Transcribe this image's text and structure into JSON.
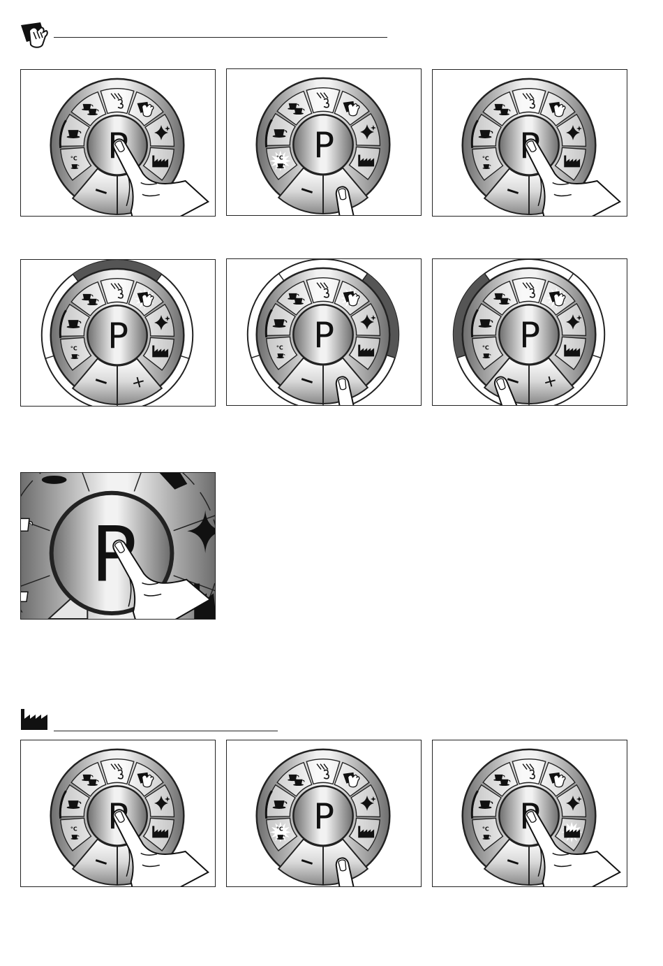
{
  "sections": [
    {
      "id": "cleaning",
      "icon": "cleaning-hand-icon"
    },
    {
      "id": "factory-reset",
      "icon": "factory-icon"
    }
  ],
  "dial": {
    "center_label": "P",
    "minus_label": "−",
    "plus_label": "+"
  },
  "panels": [
    {
      "state": "press-p",
      "plus": false,
      "ring": "none",
      "finger": "p",
      "highlight": ""
    },
    {
      "state": "press-plus-temp",
      "plus": false,
      "ring": "none",
      "finger": "plus",
      "highlight": "temp"
    },
    {
      "state": "press-p",
      "plus": false,
      "ring": "none",
      "finger": "p",
      "highlight": ""
    },
    {
      "state": "ring-top",
      "plus": true,
      "ring": "top",
      "finger": "none",
      "highlight": "hand"
    },
    {
      "state": "ring-right",
      "plus": false,
      "ring": "right",
      "finger": "plus",
      "highlight": "hand"
    },
    {
      "state": "ring-left",
      "plus": true,
      "ring": "left",
      "finger": "minus",
      "highlight": "hand"
    },
    {
      "state": "zoom-press-p"
    },
    {
      "state": "press-p",
      "plus": false,
      "ring": "none",
      "finger": "p",
      "highlight": ""
    },
    {
      "state": "press-plus-temp",
      "plus": false,
      "ring": "none",
      "finger": "plus",
      "highlight": "temp"
    },
    {
      "state": "press-p-factory",
      "plus": false,
      "ring": "none",
      "finger": "p",
      "highlight": "factory"
    }
  ],
  "colors": {
    "outline": "#222222",
    "steel_light": "#f2f2f2",
    "steel_dark": "#6e6e6e",
    "ring_active": "#555555"
  }
}
